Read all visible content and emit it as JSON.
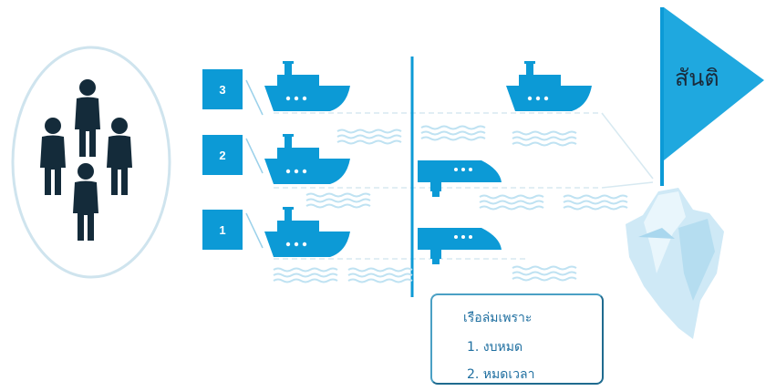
{
  "colors": {
    "accent": "#0c9ad6",
    "people": "#142b3a",
    "water": "#bfe2f2",
    "iceberg": "#cfe9f6"
  },
  "ranks": [
    "3",
    "2",
    "1"
  ],
  "flag": {
    "label": "สันติ"
  },
  "note": {
    "title": "เรือล่มเพราะ",
    "items": [
      "1. งบหมด",
      "2. หมดเวลา"
    ]
  },
  "icons": [
    "people-group-icon",
    "ship-icon",
    "sinking-ship-icon",
    "wave-icon",
    "flag-icon",
    "iceberg-icon"
  ]
}
